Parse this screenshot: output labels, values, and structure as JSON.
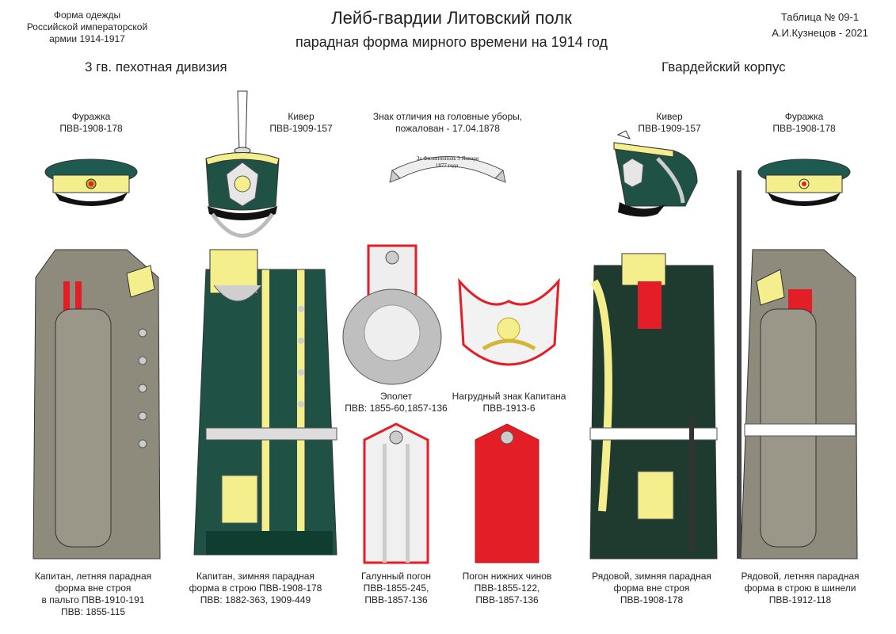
{
  "header": {
    "left_lines": [
      "Форма одежды",
      "Российской императорской",
      "армии  1914-1917"
    ],
    "title": "Лейб-гвардии Литовский полк",
    "subtitle": "парадная форма мирного времени на 1914 год",
    "right_lines": [
      "Таблица № 09-1",
      "А.И.Кузнецов - 2021"
    ]
  },
  "sections": {
    "left": "3 гв. пехотная дивизия",
    "right": "Гвардейский корпус"
  },
  "labels": {
    "furazhka_left": [
      "Фуражка",
      "ПВВ-1908-178"
    ],
    "kiver_left": [
      "Кивер",
      "ПВВ-1909-157"
    ],
    "badge": [
      "Знак отличия на головные уборы,",
      "пожалован - 17.04.1878"
    ],
    "badge_ribbon": [
      "За Филиппополь 5 Января",
      "1877 года."
    ],
    "kiver_right": [
      "Кивер",
      "ПВВ-1909-157"
    ],
    "furazhka_right": [
      "Фуражка",
      "ПВВ-1908-178"
    ],
    "epaulette": [
      "Эполет",
      "ПВВ: 1855-60,1857-136"
    ],
    "gorget": [
      "Нагрудный знак Капитана",
      "ПВВ-1913-6"
    ]
  },
  "captions": [
    [
      "Капитан, летняя парадная",
      "форма вне строя",
      "в пальто ПВВ-1910-191",
      "ПВВ: 1855-115"
    ],
    [
      "Капитан, зимняя парадная",
      "форма в строю ПВВ-1908-178",
      "ПВВ: 1882-363, 1909-449"
    ],
    [
      "Галунный погон",
      "ПВВ-1855-245,",
      "ПВВ-1857-136"
    ],
    [
      "Погон нижних чинов",
      "ПВВ-1855-122,",
      "ПВВ-1857-136"
    ],
    [
      "Рядовой, зимняя парадная",
      "форма вне строя",
      "ПВВ-1908-178"
    ],
    [
      "Рядовой, летняя парадная",
      "форма в строю в шинели",
      "ПВВ-1912-118"
    ]
  ],
  "colors": {
    "greatcoat": "#8f8b7c",
    "tunic": "#1f5245",
    "facing_yellow": "#f4ee8c",
    "red": "#e41e26",
    "silver": "#c8c8c8",
    "cap_band": "#1f5a50"
  }
}
